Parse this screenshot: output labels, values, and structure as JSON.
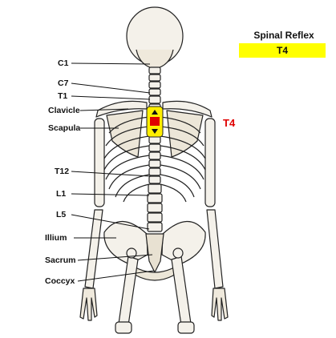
{
  "panel": {
    "title": "Spinal Reflex",
    "level": "T4"
  },
  "highlight": {
    "label": "T4",
    "color": "#e00000",
    "box_color": "#ffee00"
  },
  "labels": [
    {
      "key": "c1",
      "text": "C1"
    },
    {
      "key": "c7",
      "text": "C7"
    },
    {
      "key": "t1",
      "text": "T1"
    },
    {
      "key": "clavicle",
      "text": "Clavicle"
    },
    {
      "key": "scapula",
      "text": "Scapula"
    },
    {
      "key": "t12",
      "text": "T12"
    },
    {
      "key": "l1",
      "text": "L1"
    },
    {
      "key": "l5",
      "text": "L5"
    },
    {
      "key": "illium",
      "text": "Illium"
    },
    {
      "key": "sacrum",
      "text": "Sacrum"
    },
    {
      "key": "coccyx",
      "text": "Coccyx"
    }
  ]
}
